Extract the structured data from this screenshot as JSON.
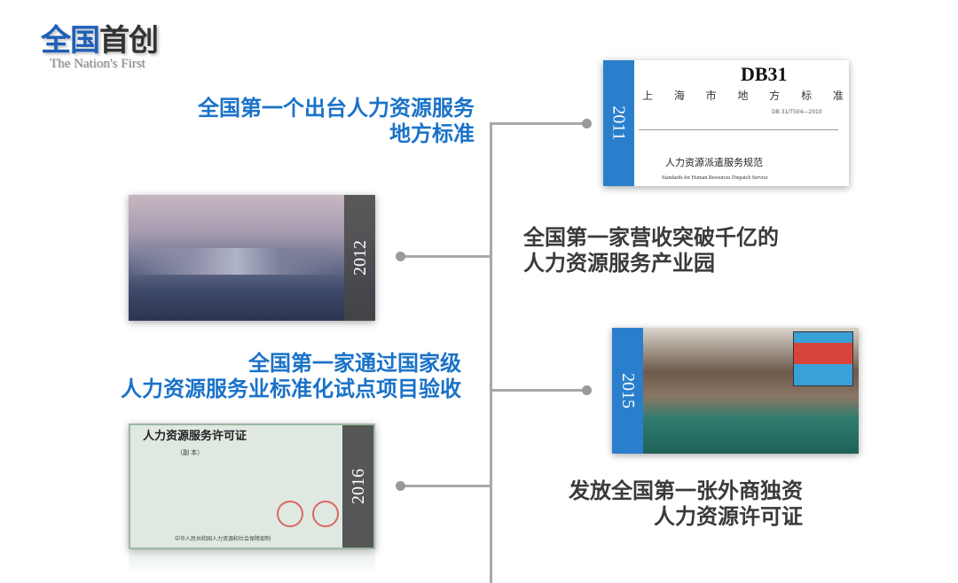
{
  "header": {
    "title_blue": "全国",
    "title_dark": "首创",
    "subtitle": "The Nation's First"
  },
  "milestones": [
    {
      "year": "2011",
      "lines": [
        "全国第一个出台人力资源服务",
        "地方标准"
      ],
      "doc": {
        "code": "DB31",
        "region": "上 海 市 地 方 标 准",
        "number": "DB 31/T504—2010",
        "title": "人力资源派遣服务规范",
        "title_en": "Standards for Human Resources Dispatch Service"
      }
    },
    {
      "year": "2012",
      "lines": [
        "全国第一家营收突破千亿的",
        "人力资源服务产业园"
      ]
    },
    {
      "year": "2015",
      "lines": [
        "全国第一家通过国家级",
        "人力资源服务业标准化试点项目验收"
      ]
    },
    {
      "year": "2016",
      "lines": [
        "发放全国第一张外商独资",
        "人力资源许可证"
      ],
      "doc": {
        "title": "人力资源服务许可证",
        "copy": "（副 本）",
        "issuer": "中华人民共和国人力资源和社会保障部制"
      }
    }
  ],
  "colors": {
    "blue": "#1a72c8",
    "band_blue": "#2a7fcc",
    "band_gray": "#555555"
  }
}
